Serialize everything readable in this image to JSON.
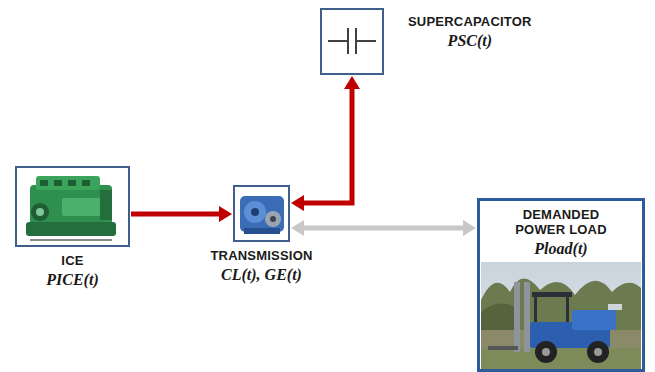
{
  "diagram": {
    "nodes": [
      {
        "text": [
          "SUPERCAPACITOR",
          "PSC(t)"
        ]
      },
      {
        "text": [
          "ICE",
          "PICE(t)"
        ]
      },
      {
        "text": [
          "TRANSMISSION",
          "CL(t), GE(t)"
        ]
      },
      {
        "text": [
          "DEMANDED POWER LOAD",
          "Pload(t)"
        ]
      }
    ],
    "edges": [
      {
        "from": 1,
        "to": 2,
        "arrow": "to"
      },
      {
        "from": 2,
        "to": 0,
        "arrow": "both"
      },
      {
        "from": 2,
        "to": 3,
        "arrow": "both"
      }
    ]
  }
}
